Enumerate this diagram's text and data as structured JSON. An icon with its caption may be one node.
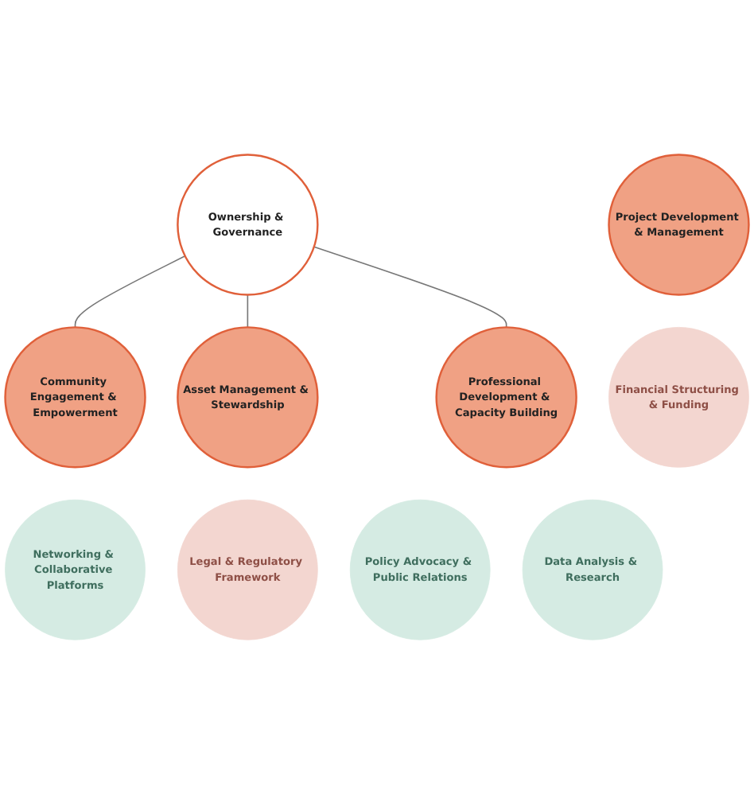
{
  "diagram": {
    "nodes": [
      {
        "text": [
          "Ownership & Governance"
        ]
      },
      {
        "text": [
          "Project Development & Management"
        ]
      },
      {
        "text": [
          "Networking & Collaborative Platforms"
        ]
      },
      {
        "text": [
          "Community Engagement & Empowerment"
        ]
      },
      {
        "text": [
          "Asset Management & Stewardship"
        ]
      },
      {
        "text": [
          "Legal & Regulatory Framework"
        ]
      },
      {
        "text": [
          "Policy Advocacy & Public Relations"
        ]
      },
      {
        "text": [
          "Professional Development & Capacity Building"
        ]
      },
      {
        "text": [
          "Data Analysis & Research"
        ]
      },
      {
        "text": [
          "Financial Structuring & Funding"
        ]
      }
    ],
    "edges": [
      {
        "from": 0,
        "to": 3,
        "arrow": "none"
      },
      {
        "from": 0,
        "to": 4,
        "arrow": "none"
      },
      {
        "from": 0,
        "to": 7,
        "arrow": "none"
      }
    ]
  }
}
